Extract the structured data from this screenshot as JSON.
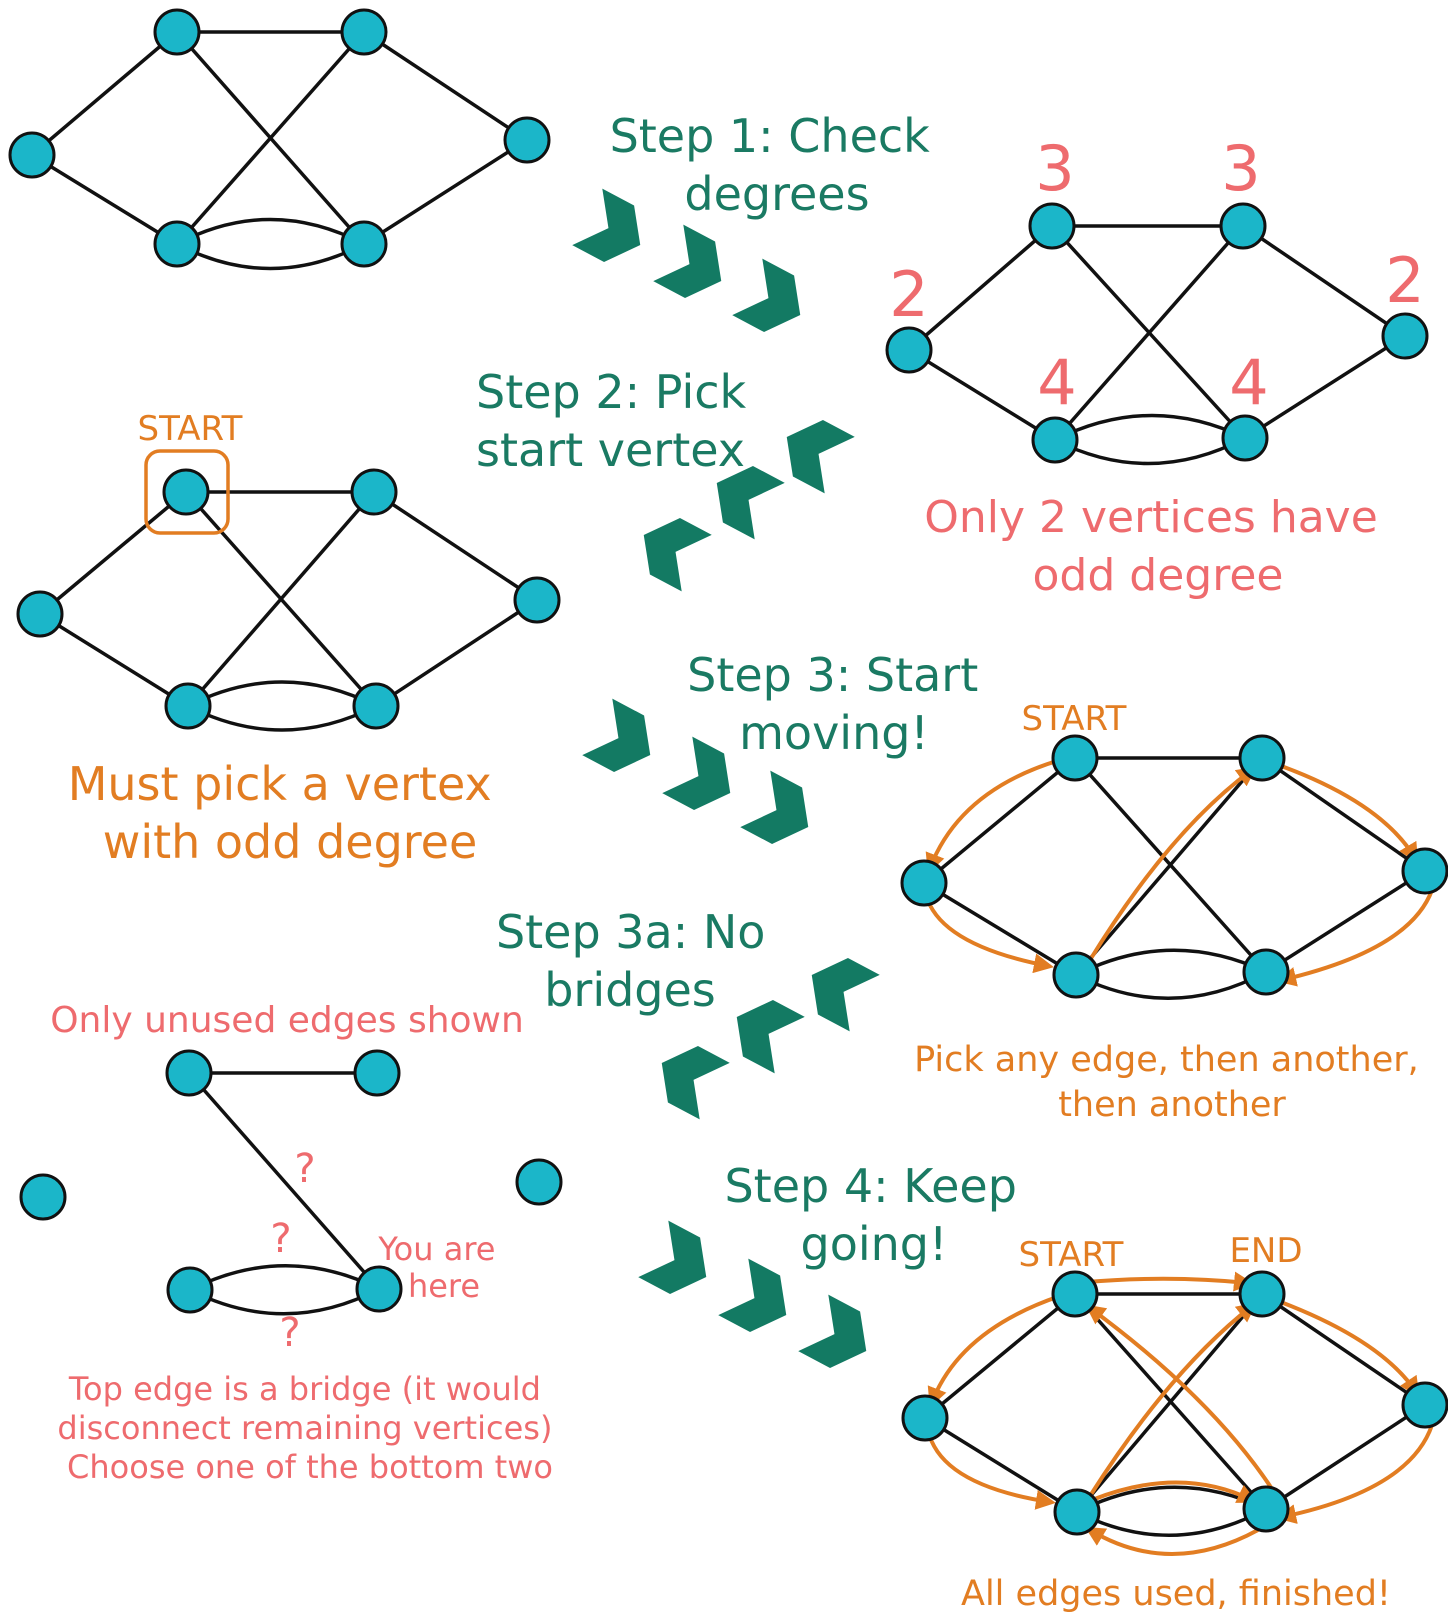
{
  "colors": {
    "vertex_fill": "#1bb6c9",
    "edge": "#111111",
    "step_text": "#1a7a63",
    "arrow_chevron": "#137a63",
    "red_text": "#ee6b6e",
    "orange": "#e27d22"
  },
  "steps": {
    "step1": [
      "Step 1: Check",
      "degrees"
    ],
    "step2": [
      "Step 2: Pick",
      "start vertex"
    ],
    "step3": [
      "Step 3: Start",
      "moving!"
    ],
    "step3a": [
      "Step 3a: No",
      "bridges"
    ],
    "step4": [
      "Step 4: Keep",
      "going!"
    ]
  },
  "degrees": {
    "top_left": "3",
    "top_right": "3",
    "left": "2",
    "right": "2",
    "bottom_left": "4",
    "bottom_right": "4"
  },
  "notes": {
    "odd_degree": [
      "Only 2 vertices have",
      "odd degree"
    ],
    "must_pick": [
      "Must pick a vertex",
      "with odd degree"
    ],
    "pick_any": [
      "Pick any edge, then another,",
      "then another"
    ],
    "unused_edges": "Only unused edges shown",
    "bridge": [
      "Top edge is a bridge (it would",
      "disconnect remaining vertices)",
      "Choose one of the bottom two"
    ],
    "you_are_here": [
      "You are",
      "here"
    ],
    "finished": "All edges used, finished!"
  },
  "labels": {
    "start_step2": "START",
    "start_step3": "START",
    "start_step4": "START",
    "end_step4": "END",
    "question_mark": "?"
  }
}
